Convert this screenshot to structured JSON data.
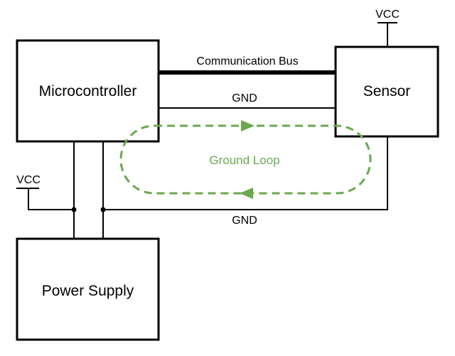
{
  "diagram": {
    "blocks": {
      "microcontroller": "Microcontroller",
      "sensor": "Sensor",
      "power_supply": "Power Supply"
    },
    "wires": {
      "communication_bus": "Communication Bus",
      "gnd_upper": "GND",
      "gnd_lower": "GND"
    },
    "power": {
      "vcc_sensor": "VCC",
      "vcc_left": "VCC"
    },
    "ground_loop": {
      "label": "Ground Loop",
      "color": "#6aa84f"
    }
  }
}
